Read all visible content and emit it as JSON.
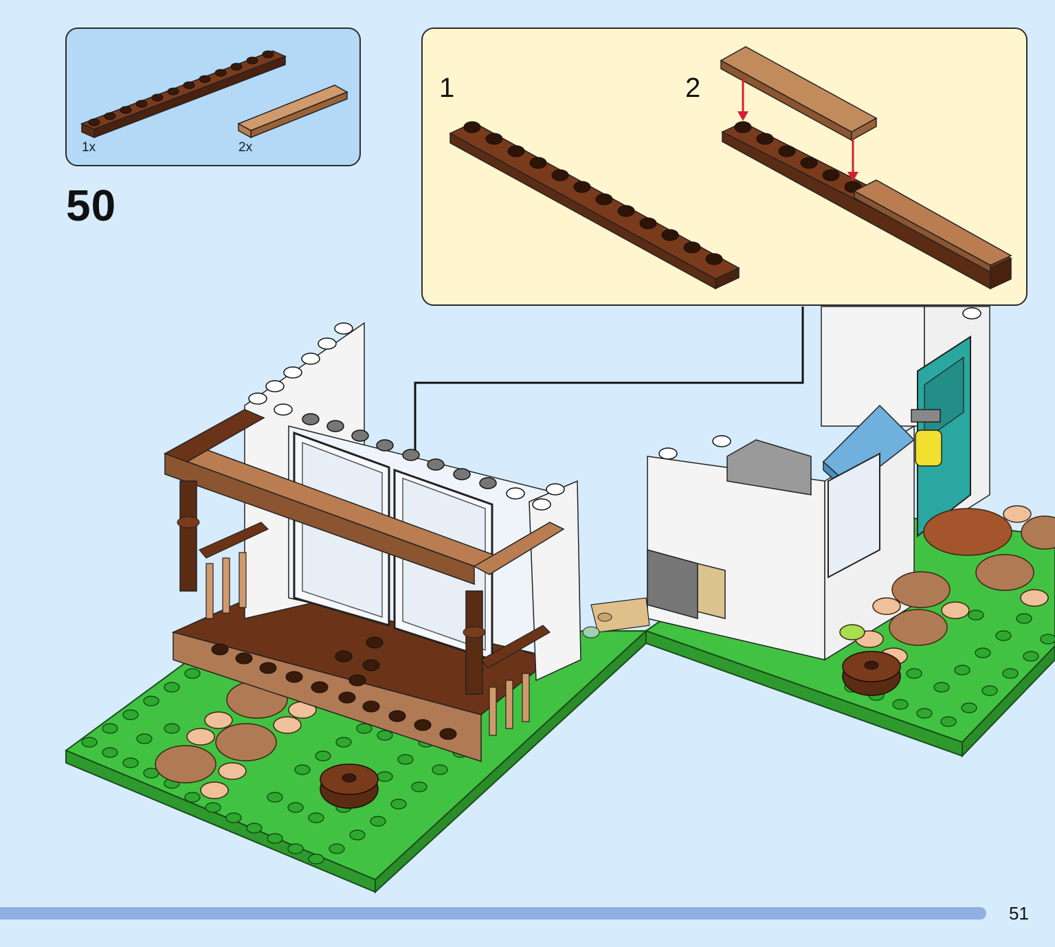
{
  "page": {
    "step": "50",
    "page_number": "51",
    "progress_fraction": 0.935
  },
  "parts": {
    "items": [
      {
        "qty": "1x",
        "part": "brown-plate-1x12",
        "color": "#5b2c14"
      },
      {
        "qty": "2x",
        "part": "tan-tile-1x6",
        "color": "#b97d51"
      }
    ]
  },
  "substeps": {
    "first": "1",
    "second": "2"
  },
  "colors": {
    "page_bg": "#d6ecfc",
    "parts_bg": "#b3d9f7",
    "substep_bg": "#fff5cf",
    "grass": "#3cbc3c",
    "dark_brown": "#5b2c14",
    "tan": "#b97d51",
    "arrow_red": "#d32030",
    "progress": "#8fb0e0"
  }
}
